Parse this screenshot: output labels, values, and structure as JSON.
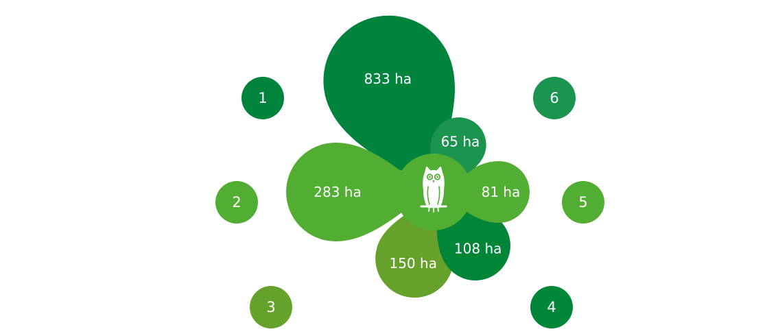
{
  "chart_data": {
    "type": "radial-petal",
    "unit": "ha",
    "series": [
      {
        "id": "1",
        "value": 833,
        "label": "833 ha",
        "color": "#00843d"
      },
      {
        "id": "2",
        "value": 283,
        "label": "283 ha",
        "color": "#52ae32"
      },
      {
        "id": "3",
        "value": 150,
        "label": "150 ha",
        "color": "#66a22b"
      },
      {
        "id": "4",
        "value": 108,
        "label": "108 ha",
        "color": "#008539"
      },
      {
        "id": "5",
        "value": 81,
        "label": "81 ha",
        "color": "#52ae32"
      },
      {
        "id": "6",
        "value": 65,
        "label": "65 ha",
        "color": "#1b9450"
      }
    ],
    "center": {
      "icon": "owl-icon",
      "color": "#52ae32"
    }
  },
  "colors": {
    "background": "#ffffff",
    "text": "#ffffff"
  }
}
